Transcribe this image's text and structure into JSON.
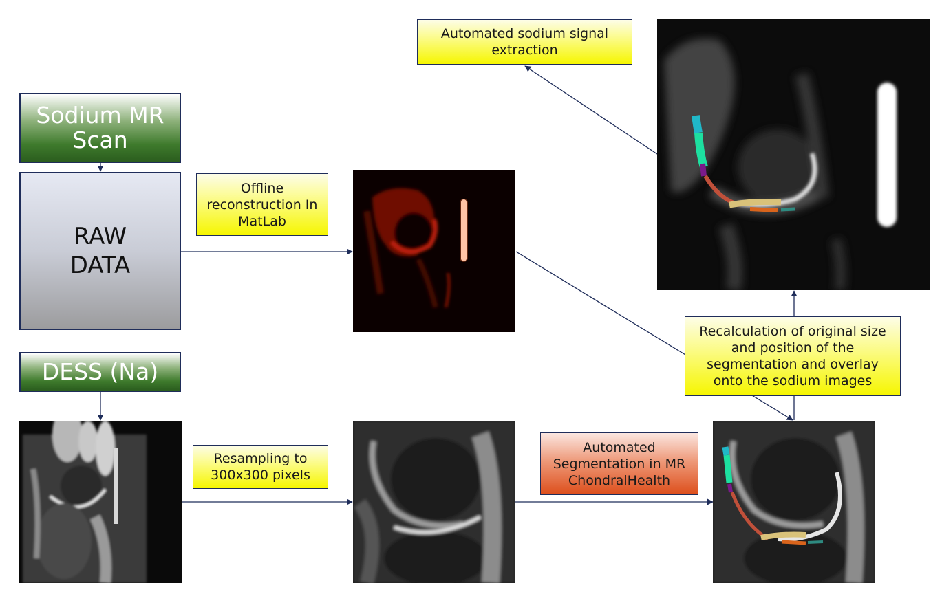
{
  "nodes": {
    "sodium_scan": "Sodium MR Scan",
    "raw_data": "RAW DATA",
    "dess": "DESS (Na)",
    "offline_recon": "Offline reconstruction In MatLab",
    "resampling": "Resampling to 300x300 pixels",
    "auto_seg": "Automated Segmentation in MR ChondralHealth",
    "recalc": "Recalculation of original size and position of the segmentation and overlay onto the sodium images",
    "sodium_extract": "Automated sodium signal extraction"
  },
  "colors": {
    "arrow": "#1f2d5a",
    "scan_box": "#3e7a2c",
    "yellow_box": "#f6f600",
    "red_box": "#dd4f1c"
  }
}
